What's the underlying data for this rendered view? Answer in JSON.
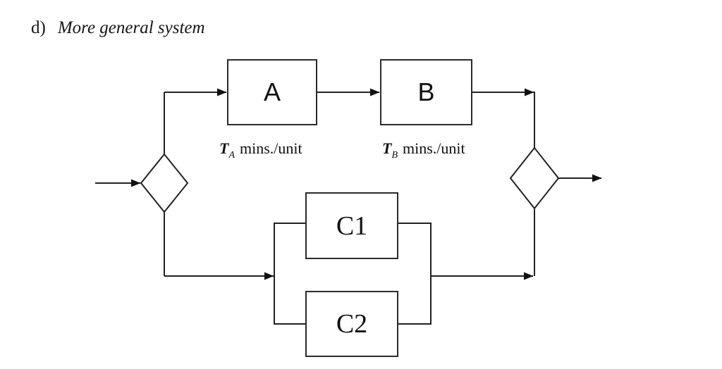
{
  "title": {
    "prefix": "d)",
    "text": "More general system"
  },
  "colors": {
    "background": "#ffffff",
    "line": "#222222",
    "text": "#111111"
  },
  "diagram": {
    "nodes": {
      "a": {
        "label": "A"
      },
      "b": {
        "label": "B"
      },
      "c1": {
        "label": "C1"
      },
      "c2": {
        "label": "C2"
      }
    },
    "rate_labels": {
      "a": {
        "symbol": "T",
        "subscript": "A",
        "unit": "mins./unit"
      },
      "b": {
        "symbol": "T",
        "subscript": "B",
        "unit": "mins./unit"
      }
    }
  }
}
